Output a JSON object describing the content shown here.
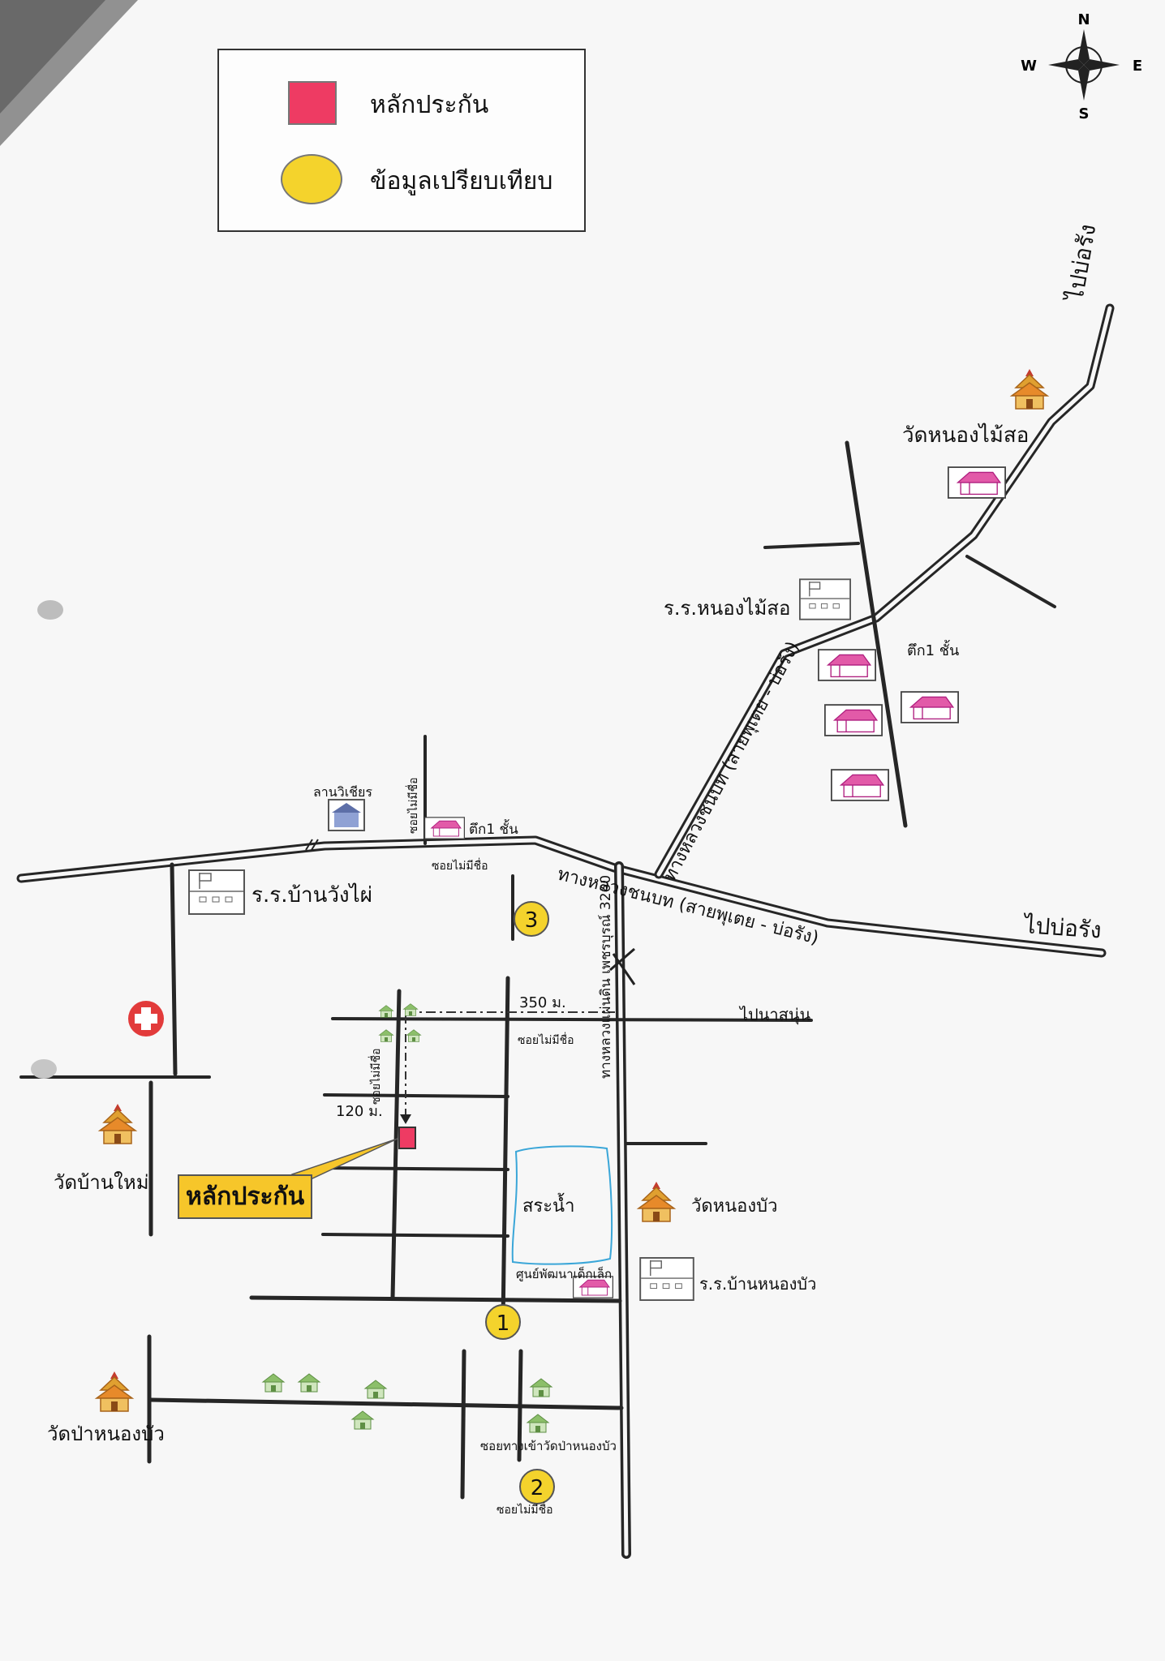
{
  "legend": {
    "collateral_label": "หลักประกัน",
    "comparable_label": "ข้อมูลเปรียบเทียบ"
  },
  "compass": {
    "n": "N",
    "s": "S",
    "e": "E",
    "w": "W"
  },
  "labels": {
    "to_borang_top": "ไปบ่อรัง",
    "to_borang_right": "ไปบ่อรัง",
    "wat_nong_mai_so": "วัดหนองไม้สอ",
    "school_nong_mai_so": "ร.ร.หนองไม้สอ",
    "building_1_floor_ne": "ตึก1 ชั้น",
    "rural_road_ne": "ทางหลวงชนบท (สายพุเตย - บ่อรัง)",
    "rural_road_main": "ทางหลวงชนบท (สายพุเตย - บ่อรัง)",
    "highway_3260": "ทางหลวงแผ่นดิน เพชรบุรณ์ 3260",
    "lan_wichian": "ลานวิเชียร",
    "soi_no_name_1": "ซอยไม่มีชื่อ",
    "soi_no_name_2": "ซอยไม่มีชื่อ",
    "soi_no_name_3": "ซอยไม่มีชื่อ",
    "soi_no_name_4": "ซอยไม่มีชื่อ",
    "soi_no_name_5": "ซอยไม่มีชื่อ",
    "building_1_floor": "ตึก1 ชั้น",
    "school_ban_wang_phai": "ร.ร.บ้านวังไผ่",
    "dist_350": "350 ม.",
    "to_na_sanun": "ไปนาสนุ่น",
    "dist_120": "120 ม.",
    "collateral_callout": "หลักประกัน",
    "wat_ban_mai": "วัดบ้านใหม่",
    "pond": "สระน้ำ",
    "wat_nong_bua": "วัดหนองบัว",
    "child_center": "ศูนย์พัฒนาเด็กเล็ก",
    "school_ban_nong_bua": "ร.ร.บ้านหนองบัว",
    "wat_pa_nong_bua": "วัดป่าหนองบัว",
    "soi_wat_pa_nong_bua": "ซอยทางเข้าวัดป่าหนองบัว"
  },
  "comparables": [
    "1",
    "2",
    "3"
  ],
  "colors": {
    "collateral": "#ee3b63",
    "comparable": "#f4d32c",
    "road": "#262626",
    "pond_outline": "#3aa6d8",
    "house_pink": "#d6338f",
    "house_green": "#8cbf6a",
    "temple": "#e0a030",
    "hospital": "#e23b3b"
  }
}
